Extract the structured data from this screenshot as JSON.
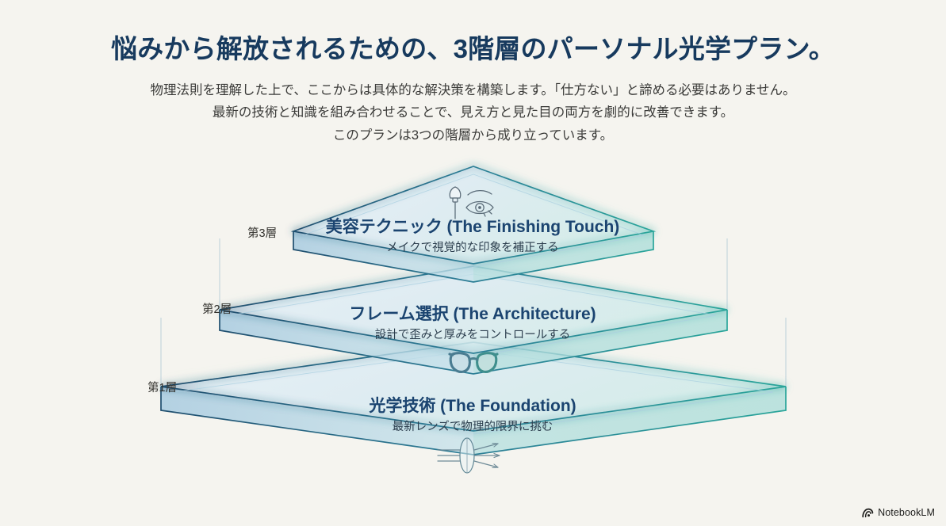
{
  "page": {
    "background_color": "#f5f4ef",
    "title_color": "#173a5e"
  },
  "header": {
    "headline": "悩みから解放されるための、3階層のパーソナル光学プラン。",
    "subhead_lines": [
      "物理法則を理解した上で、ここからは具体的な解決策を構築します。「仕方ない」と諦める必要はありません。",
      "最新の技術と知識を組み合わせることで、見え方と見た目の両方を劇的に改善できます。",
      "このプランは3つの階層から成り立っています。"
    ]
  },
  "diagram": {
    "type": "layered-isometric-pyramid",
    "layer_count": 3,
    "edge_color_left": "#1f4e6e",
    "edge_color_right": "#2aa59a",
    "glass_fill": "#cfe4ee",
    "tiers": [
      {
        "index": 3,
        "label": "第3層",
        "title": "美容テクニック (The Finishing Touch)",
        "subtitle": "メイクで視覚的な印象を補正する",
        "icon": "makeup-brush-eye-icon"
      },
      {
        "index": 2,
        "label": "第2層",
        "title": "フレーム選択 (The Architecture)",
        "subtitle": "設計で歪みと厚みをコントロールする",
        "icon": "eyeglasses-icon"
      },
      {
        "index": 1,
        "label": "第1層",
        "title": "光学技術 (The Foundation)",
        "subtitle": "最新レンズで物理的限界に挑む",
        "icon": "lens-rays-icon"
      }
    ]
  },
  "watermark": {
    "label": "NotebookLM",
    "icon": "notebooklm-logo-icon"
  }
}
